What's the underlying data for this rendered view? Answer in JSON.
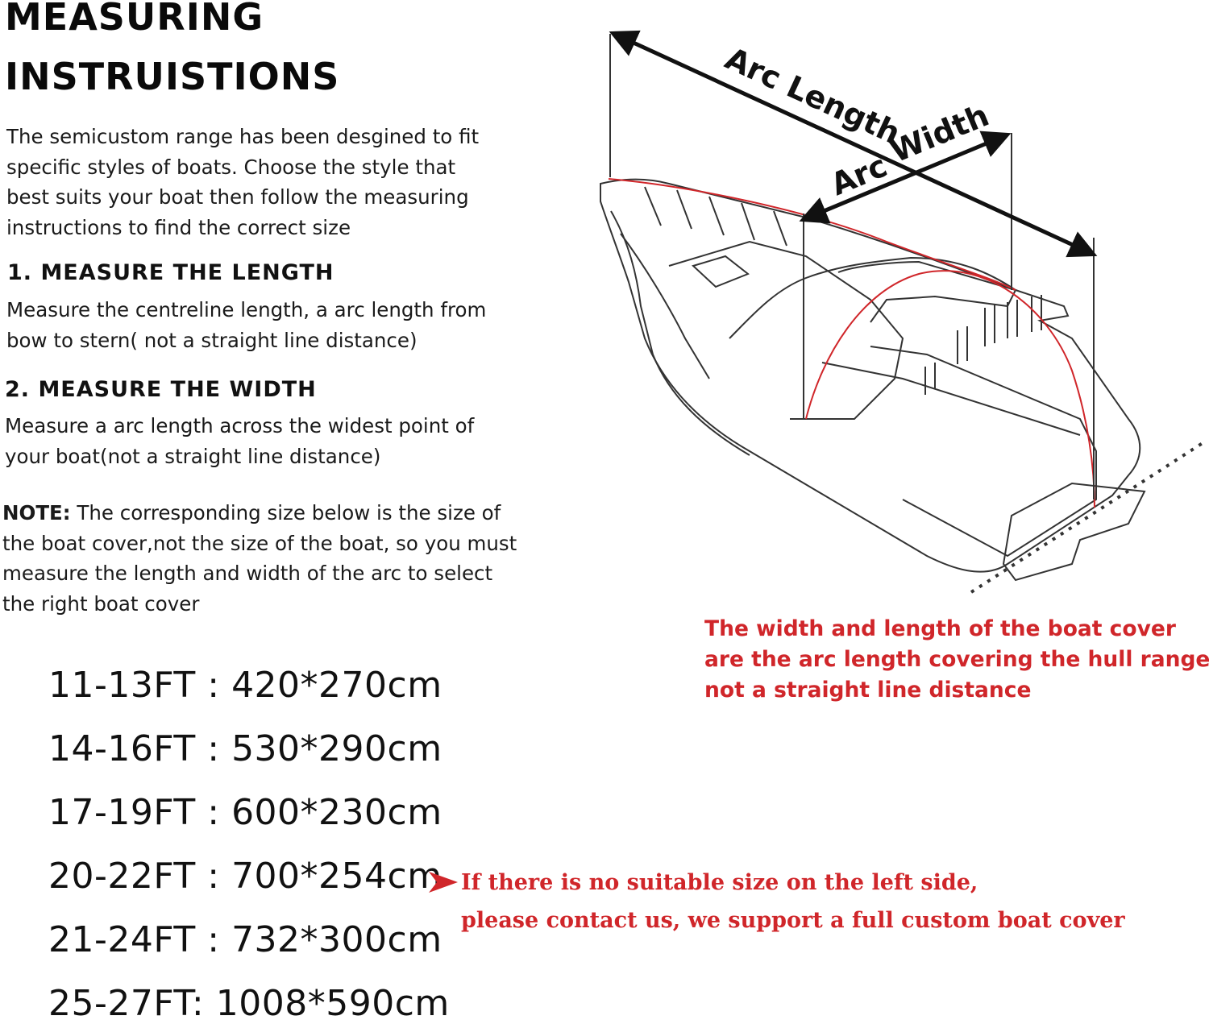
{
  "title_line1": "MEASURING",
  "title_line2": "INSTRUISTIONS",
  "intro_lines": [
    "The semicustom range has been desgined to fit",
    "specific styles of boats. Choose the style that",
    "best suits your boat then follow the measuring",
    "instructions to find the correct size"
  ],
  "step1": {
    "heading": "1. MEASURE THE LENGTH",
    "lines": [
      "Measure the centreline length, a arc length from",
      "bow to stern( not a straight line distance)"
    ]
  },
  "step2": {
    "heading": "2. MEASURE THE WIDTH",
    "lines": [
      "Measure a arc length across the widest point of",
      "your boat(not a straight line distance)"
    ]
  },
  "note": {
    "label": "NOTE:",
    "first_line_rest": " The corresponding size below is the size of",
    "lines": [
      "the boat cover,not the size of the boat, so you must",
      "measure the length and width of the arc to select",
      "the right boat cover"
    ]
  },
  "sizes": [
    "11-13FT : 420*270cm",
    "14-16FT : 530*290cm",
    "17-19FT : 600*230cm",
    "20-22FT : 700*254cm",
    "21-24FT : 732*300cm",
    "25-27FT: 1008*590cm"
  ],
  "diagram": {
    "arc_length_label": "Arc Length",
    "arc_label": "Arc",
    "width_label": "Width"
  },
  "diagram_note_lines": [
    "The width and length of the boat cover",
    "are the arc length covering the hull range,",
    "not a straight line distance"
  ],
  "custom_note_lines": [
    "If there is no suitable size on the left side,",
    "please contact us, we support a full custom boat cover"
  ],
  "colors": {
    "accent_red": "#d0262a",
    "text": "#111111"
  }
}
